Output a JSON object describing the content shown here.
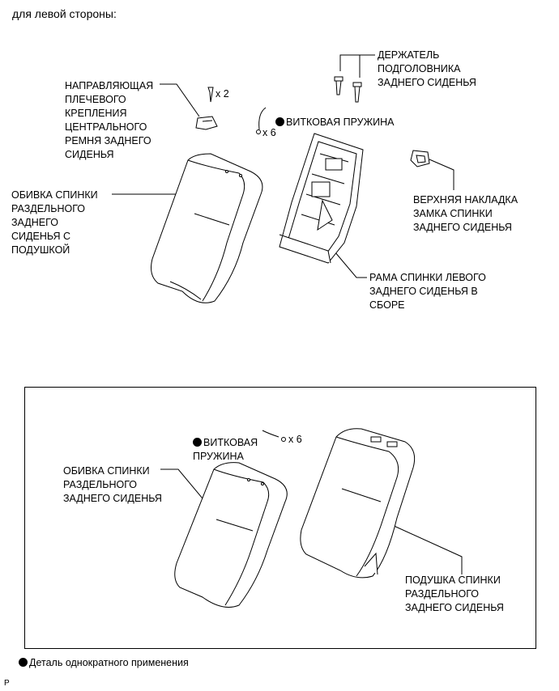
{
  "heading": "для левой стороны:",
  "labels": {
    "guide": "НАПРАВЛЯЮЩАЯ\nПЛЕЧЕВОГО\nКРЕПЛЕНИЯ\nЦЕНТРАЛЬНОГО\nРЕМНЯ ЗАДНЕГО\nСИДЕНЬЯ",
    "guide_qty": "x 2",
    "spring_top": "ВИТКОВАЯ ПРУЖИНА",
    "spring_top_qty": "x 6",
    "holder": "ДЕРЖАТЕЛЬ\nПОДГОЛОВНИКА\nЗАДНЕГО СИДЕНЬЯ",
    "cover_cushion": "ОБИВКА СПИНКИ\nРАЗДЕЛЬНОГО\nЗАДНЕГО\nСИДЕНЬЯ С\nПОДУШКОЙ",
    "lock_cover": "ВЕРХНЯЯ НАКЛАДКА\nЗАМКА СПИНКИ\nЗАДНЕГО СИДЕНЬЯ",
    "frame": "РАМА СПИНКИ ЛЕВОГО\nЗАДНЕГО СИДЕНЬЯ В\nСБОРЕ",
    "spring_box": "ВИТКОВАЯ\nПРУЖИНА",
    "spring_box_qty": "x 6",
    "cover_box": "ОБИВКА СПИНКИ\nРАЗДЕЛЬНОГО\nЗАДНЕГО СИДЕНЬЯ",
    "pad_box": "ПОДУШКА СПИНКИ\nРАЗДЕЛЬНОГО\nЗАДНЕГО СИДЕНЬЯ"
  },
  "legend": "Деталь однократного применения",
  "page_mark": "P"
}
